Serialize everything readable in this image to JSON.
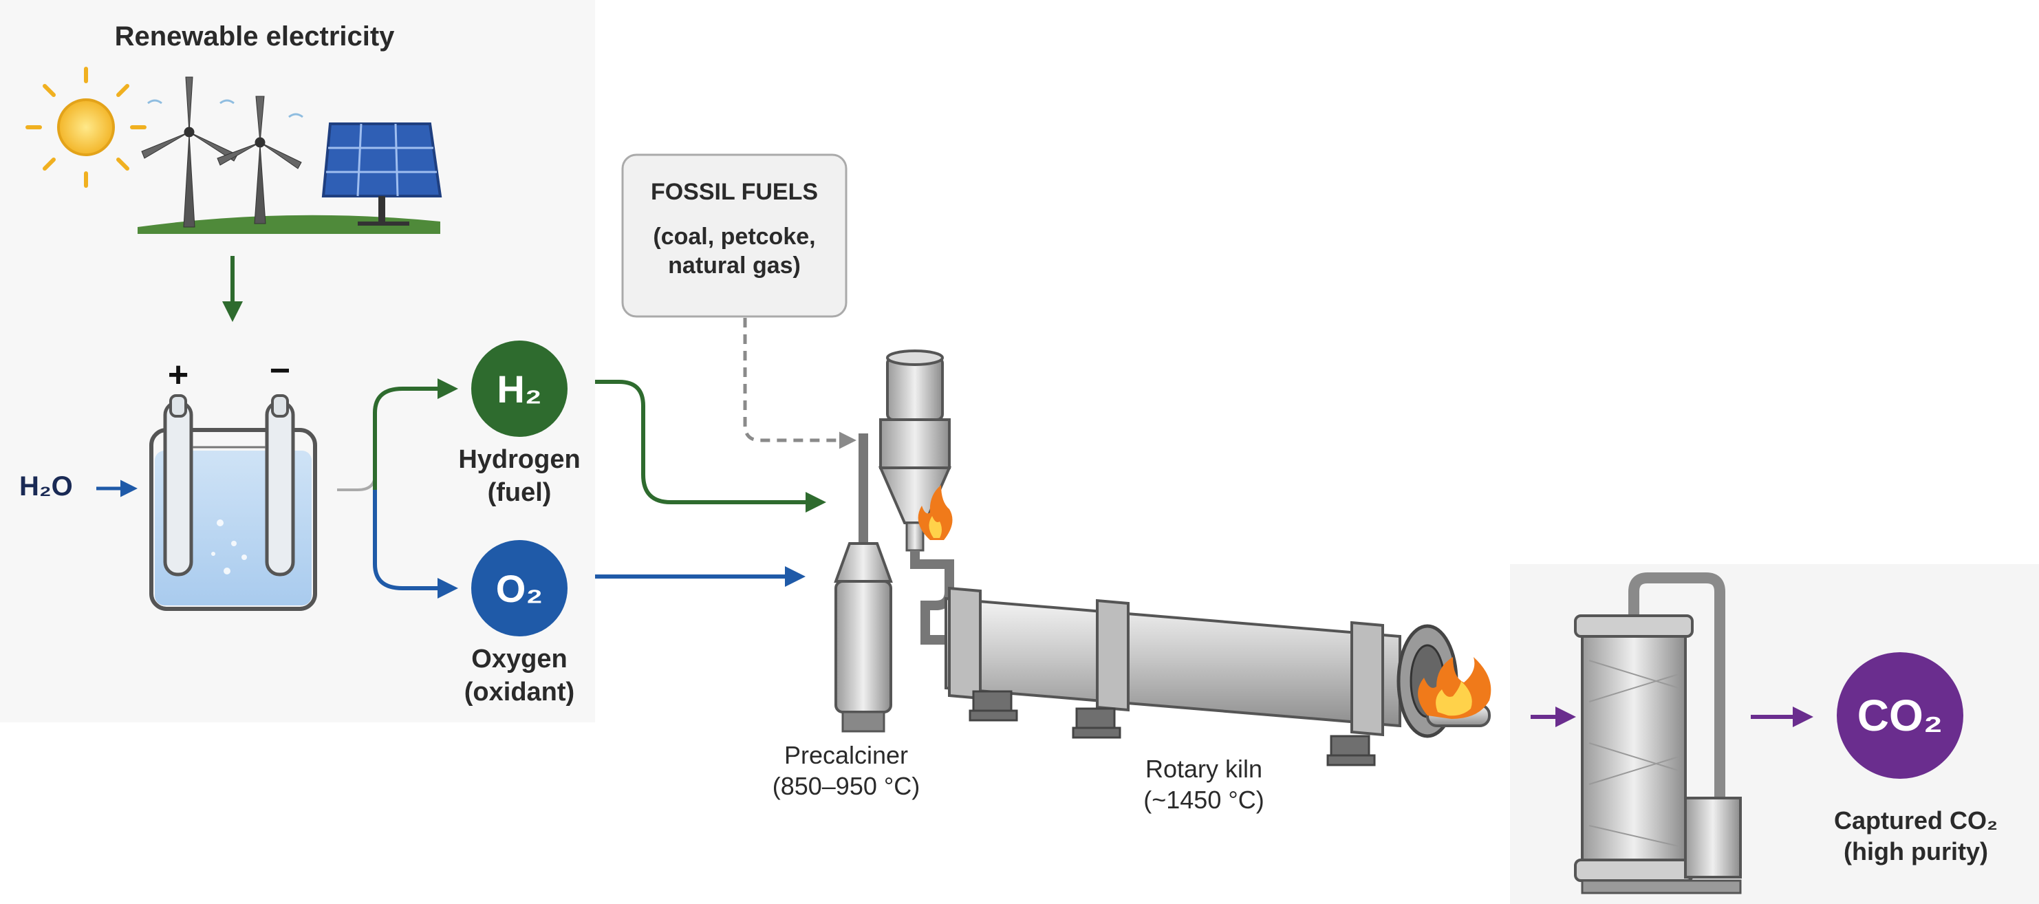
{
  "sources": {
    "title": "Renewable electricity"
  },
  "electrolyzer": {
    "input": "H₂O",
    "plus": "+",
    "minus": "−"
  },
  "hydrogen": {
    "symbol": "H₂",
    "label_line1": "Hydrogen",
    "label_line2": "(fuel)"
  },
  "oxygen": {
    "symbol": "O₂",
    "label_line1": "Oxygen",
    "label_line2": "(oxidant)"
  },
  "fossil": {
    "title": "FOSSIL FUELS",
    "line1": "(coal, petcoke,",
    "line2": "natural gas)"
  },
  "precalciner": {
    "label_line1": "Precalciner",
    "label_line2": "(850–950 °C)"
  },
  "kiln": {
    "label_line1": "Rotary kiln",
    "label_line2": "(~1450 °C)"
  },
  "capture": {
    "symbol": "CO₂",
    "label_line1": "Captured CO₂",
    "label_line2": "(high purity)"
  },
  "colors": {
    "green": "#2e6b2e",
    "blue": "#1f5aa8",
    "purple": "#6a2d8e",
    "gray_dash": "#8a8a8a"
  },
  "icons": [
    "sun-icon",
    "wind-turbine-icon",
    "solar-panel-icon",
    "flame-icon"
  ]
}
